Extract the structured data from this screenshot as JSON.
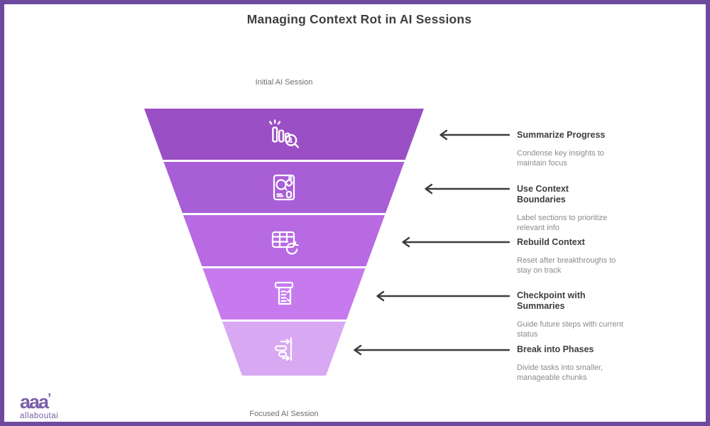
{
  "page": {
    "title": "Managing Context Rot in AI Sessions",
    "top_label": "Initial AI Session",
    "bottom_label": "Focused AI Session"
  },
  "funnel": {
    "stages": [
      {
        "label": "Summarize Progress",
        "description": "Condense key insights to maintain focus",
        "icon": "bar-chart-search-icon",
        "color": "#9a4fc4"
      },
      {
        "label": "Use Context Boundaries",
        "description": "Label sections to prioritize relevant info",
        "icon": "report-magnifier-icon",
        "color": "#a85ed7"
      },
      {
        "label": "Rebuild Context",
        "description": "Reset after breakthroughs to stay on track",
        "icon": "table-refresh-icon",
        "color": "#b76ae2"
      },
      {
        "label": "Checkpoint with Summaries",
        "description": "Guide future steps with current status",
        "icon": "document-checklist-icon",
        "color": "#c67aee"
      },
      {
        "label": "Break into Phases",
        "description": "Divide tasks into smaller, manageable chunks",
        "icon": "phases-arrows-icon",
        "color": "#d8a8f3"
      }
    ]
  },
  "logo": {
    "mark": "aaa",
    "accent": "’",
    "text": "allaboutai"
  },
  "colors": {
    "frame_border": "#6e4a9e",
    "arrow": "#3d3d3d",
    "title_text": "#404040",
    "label_text": "#3d3d3d",
    "description_text": "#8b8b8b",
    "session_label_text": "#6e6e6e",
    "icon_stroke": "#ffffff",
    "logo": "#7a5fa8"
  }
}
